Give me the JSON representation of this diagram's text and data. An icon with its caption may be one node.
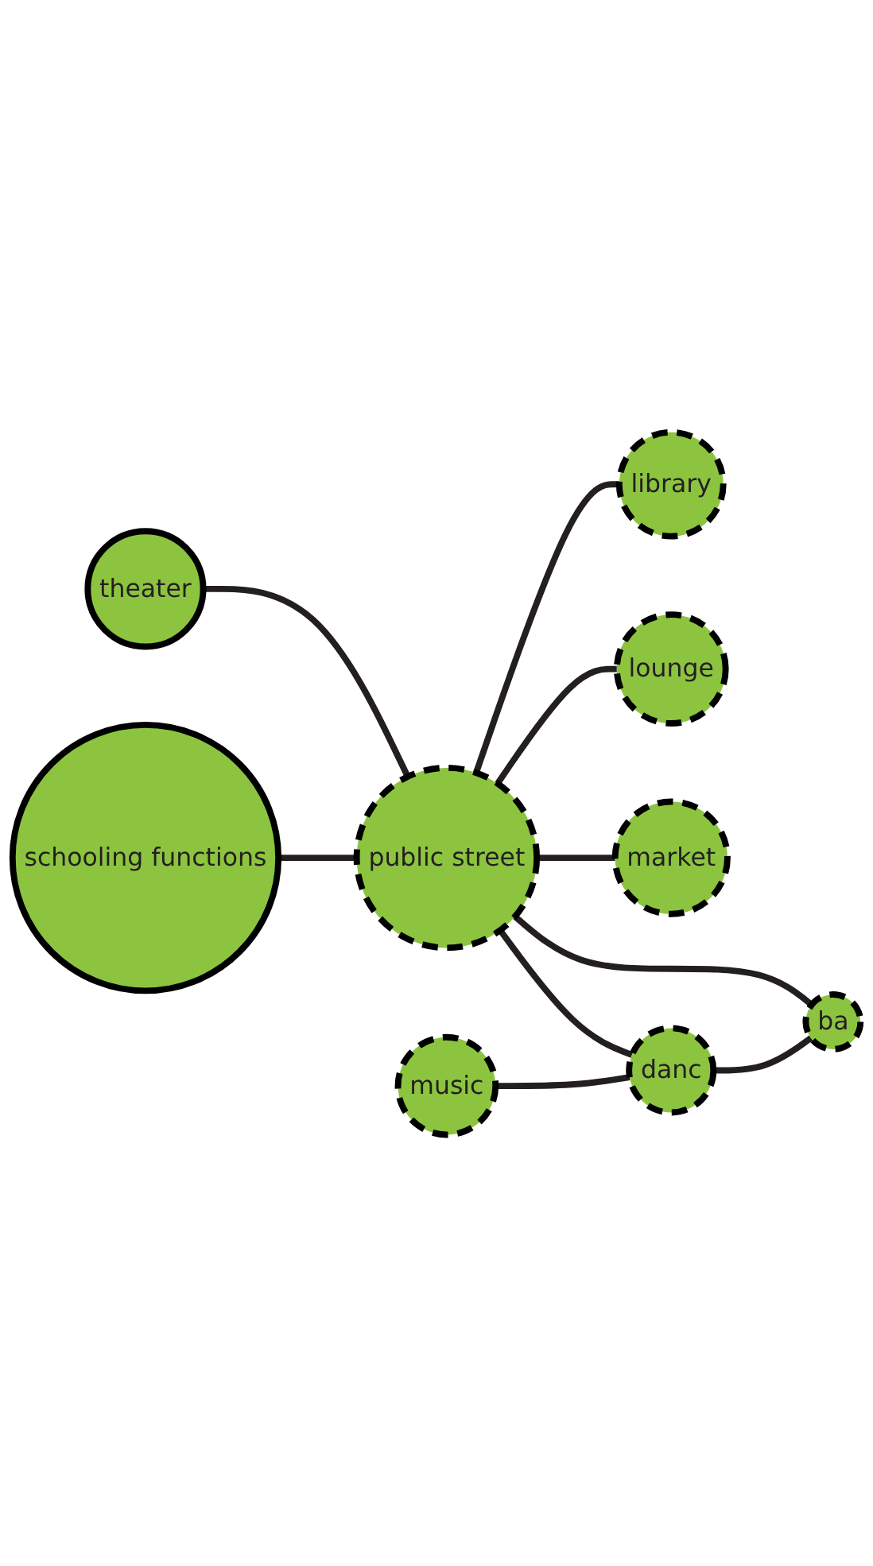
{
  "diagram": {
    "nodes": [
      {
        "text": [
          "schooling functions"
        ]
      },
      {
        "text": [
          "public street"
        ]
      },
      {
        "text": [
          "music"
        ]
      },
      {
        "text": [
          "danc"
        ]
      },
      {
        "text": [
          "ba"
        ]
      },
      {
        "text": [
          "theater"
        ]
      },
      {
        "text": [
          "market"
        ]
      },
      {
        "text": [
          "lounge"
        ]
      },
      {
        "text": [
          "library"
        ]
      }
    ],
    "edges": [
      {
        "from": 0,
        "to": 1,
        "arrow": "none"
      },
      {
        "from": 1,
        "to": 3,
        "arrow": "none"
      },
      {
        "from": 2,
        "to": 3,
        "arrow": "none"
      },
      {
        "from": 3,
        "to": 4,
        "arrow": "none"
      },
      {
        "from": 1,
        "to": 4,
        "arrow": "none"
      },
      {
        "from": 5,
        "to": 1,
        "arrow": "none"
      },
      {
        "from": 1,
        "to": 6,
        "arrow": "none"
      },
      {
        "from": 1,
        "to": 7,
        "arrow": "none"
      },
      {
        "from": 1,
        "to": 8,
        "arrow": "none"
      }
    ]
  }
}
